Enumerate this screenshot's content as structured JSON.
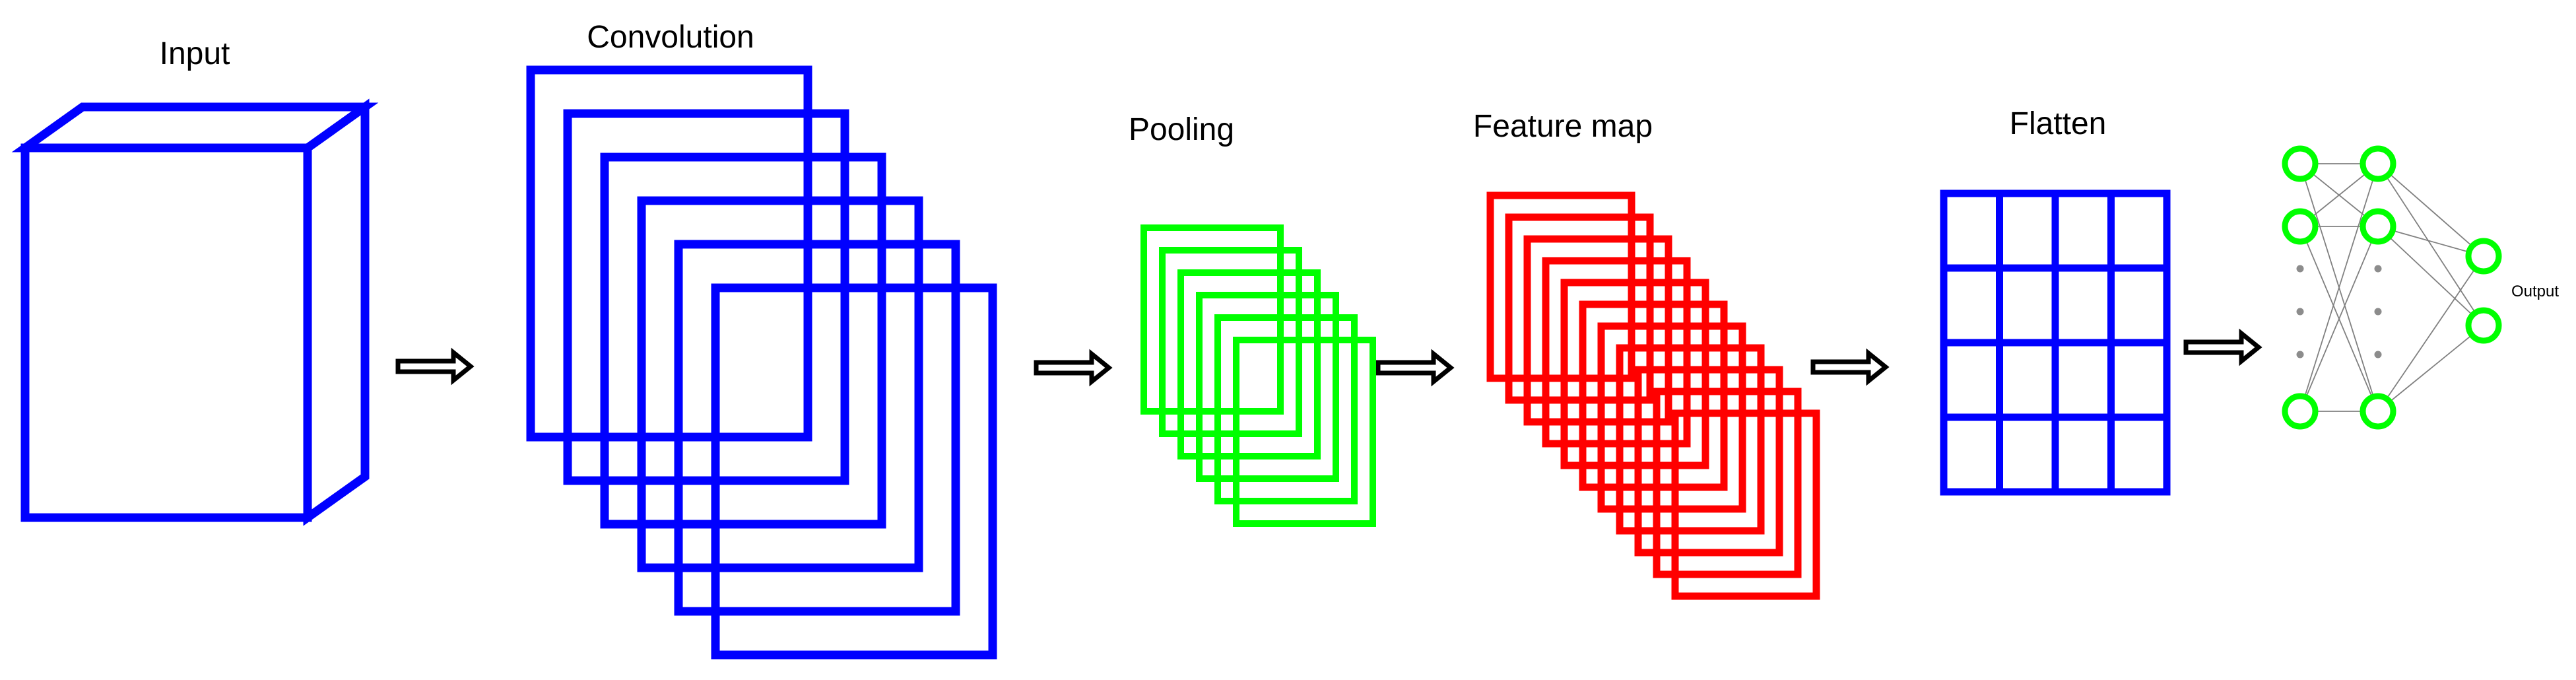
{
  "diagram": {
    "kind": "cnn-architecture",
    "background": "#ffffff",
    "colors": {
      "blue": "#0000ff",
      "green": "#00ff00",
      "red": "#ff0000",
      "arrow_outline": "#000000",
      "arrow_fill": "#ffffff",
      "connection_line": "#808080",
      "ellipsis_dot": "#8c8c8c",
      "label_text": "#000000"
    },
    "stages": [
      {
        "id": "input",
        "label": "Input",
        "shape": "box-3d",
        "color": "blue"
      },
      {
        "id": "convolution",
        "label": "Convolution",
        "shape": "layer-stack",
        "count": 6,
        "color": "blue"
      },
      {
        "id": "pooling",
        "label": "Pooling",
        "shape": "layer-stack",
        "count": 6,
        "color": "green"
      },
      {
        "id": "feature-map",
        "label": "Feature map",
        "shape": "layer-stack",
        "count": 11,
        "color": "red"
      },
      {
        "id": "flatten",
        "label": "Flatten",
        "shape": "grid",
        "rows": 4,
        "cols": 4,
        "color": "blue"
      },
      {
        "id": "dense-network",
        "label": "Output",
        "shape": "neural-network",
        "color": "green",
        "fully_connected": true,
        "layers": [
          {
            "visible_nodes": 3,
            "ellipsis_dots": 3
          },
          {
            "visible_nodes": 3,
            "ellipsis_dots": 3
          },
          {
            "visible_nodes": 2,
            "ellipsis_dots": 0
          }
        ]
      }
    ],
    "arrow_count": 5
  }
}
